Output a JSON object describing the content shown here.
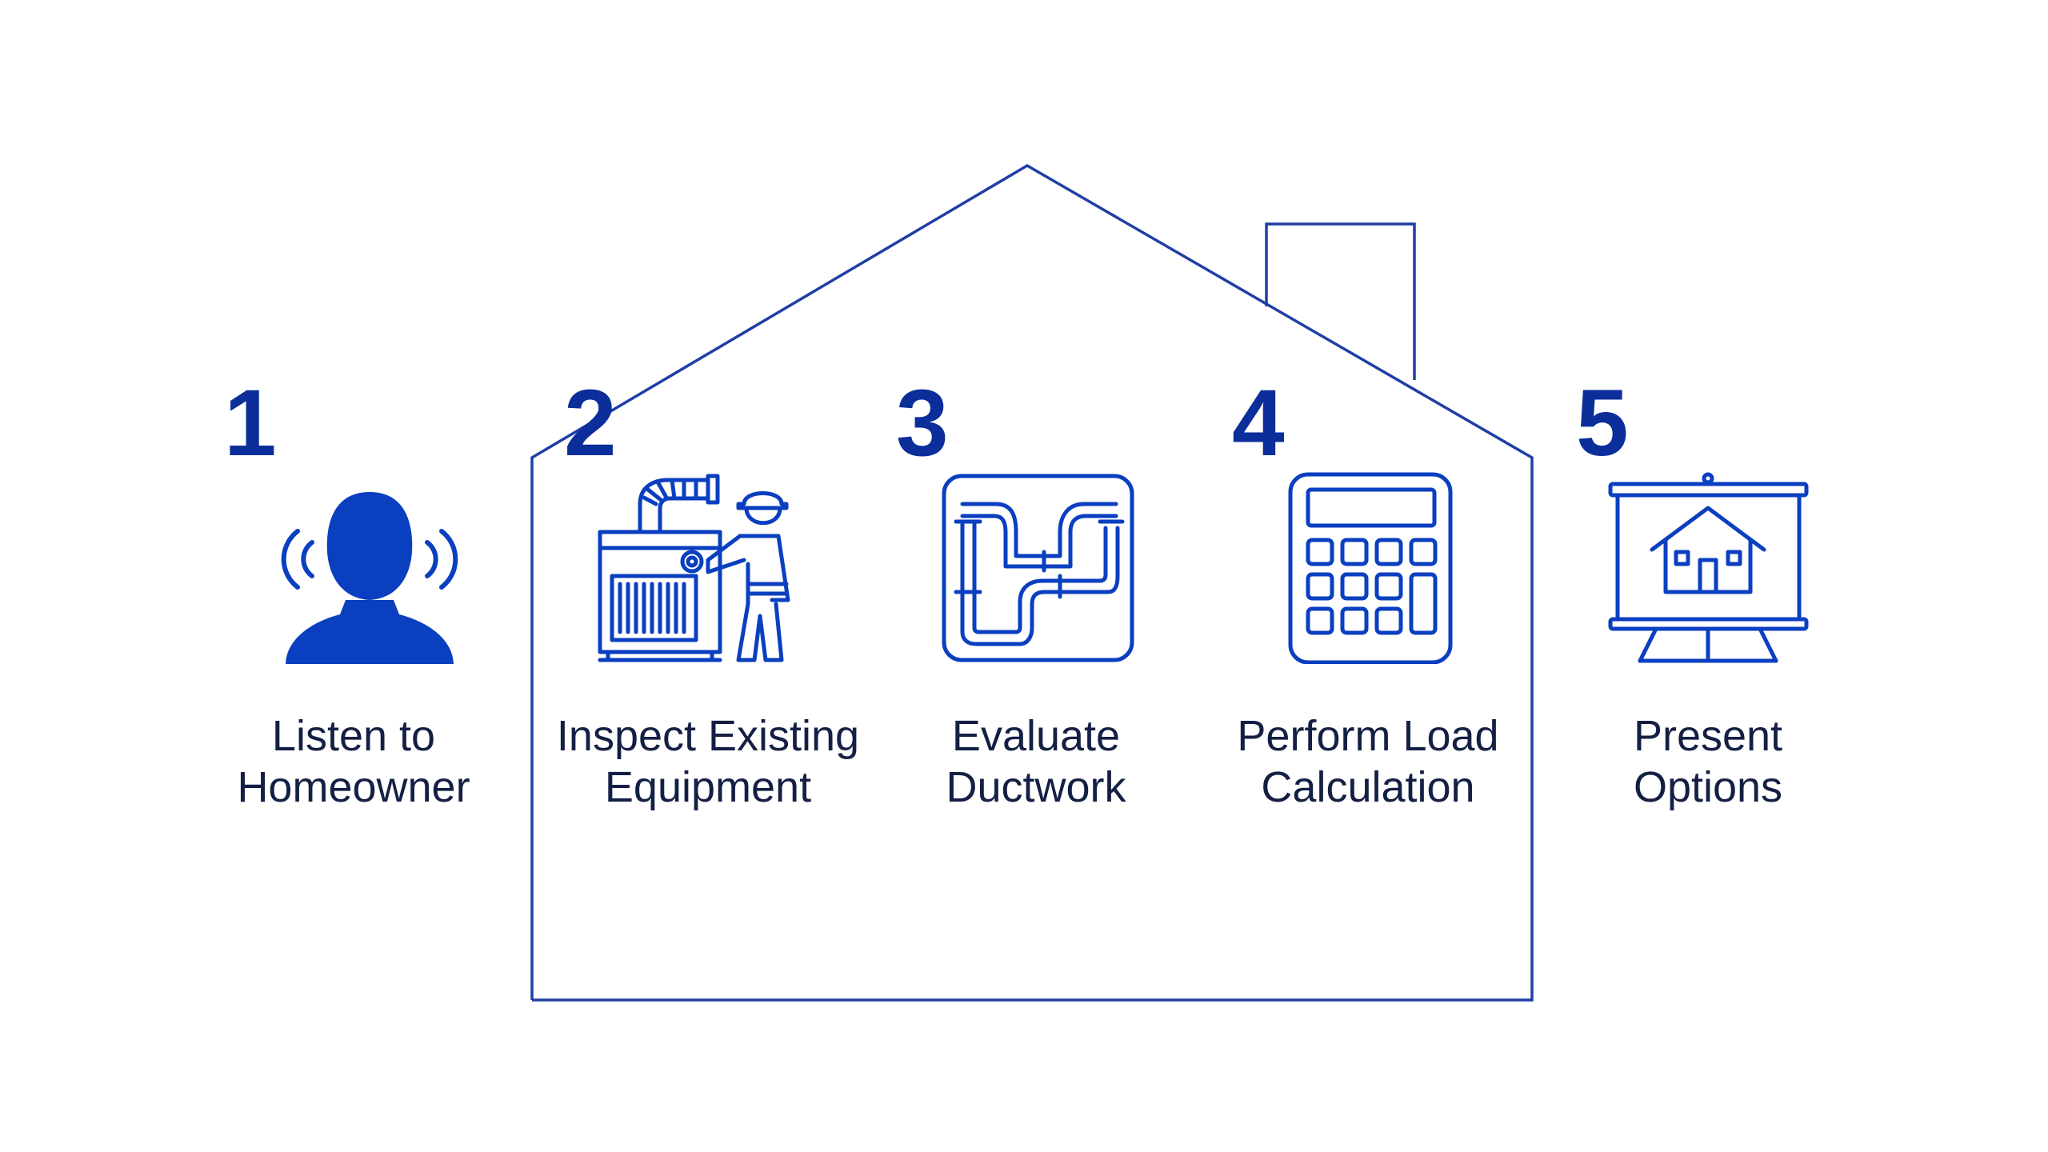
{
  "colors": {
    "primary_blue": "#0b2e9a",
    "icon_blue": "#0a3fc0",
    "line_blue": "#1f3fa6",
    "text_dark": "#141f44",
    "background": "#ffffff"
  },
  "steps": [
    {
      "number": "1",
      "line1": "Listen to",
      "line2": "Homeowner",
      "icon": "listening-person-icon"
    },
    {
      "number": "2",
      "line1": "Inspect Existing",
      "line2": "Equipment",
      "icon": "technician-furnace-icon"
    },
    {
      "number": "3",
      "line1": "Evaluate",
      "line2": "Ductwork",
      "icon": "ductwork-icon"
    },
    {
      "number": "4",
      "line1": "Perform Load",
      "line2": "Calculation",
      "icon": "calculator-icon"
    },
    {
      "number": "5",
      "line1": "Present",
      "line2": "Options",
      "icon": "presentation-board-icon"
    }
  ]
}
